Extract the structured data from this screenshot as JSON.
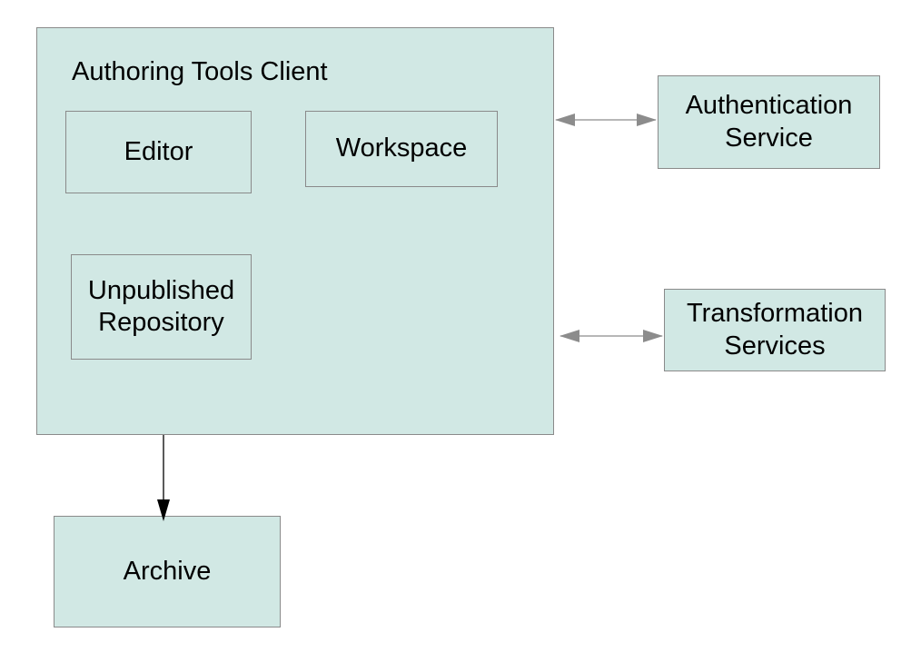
{
  "colors": {
    "box_fill": "#d1e8e4",
    "border": "#8a8a8a",
    "connector_gray": "#8c8c8c",
    "connector_black": "#000000"
  },
  "client": {
    "title": "Authoring Tools Client",
    "components": {
      "editor": "Editor",
      "workspace": "Workspace",
      "unpublished_repository": "Unpublished\nRepository"
    }
  },
  "external": {
    "authentication_service": "Authentication\nService",
    "transformation_services": "Transformation\nServices",
    "archive": "Archive"
  }
}
